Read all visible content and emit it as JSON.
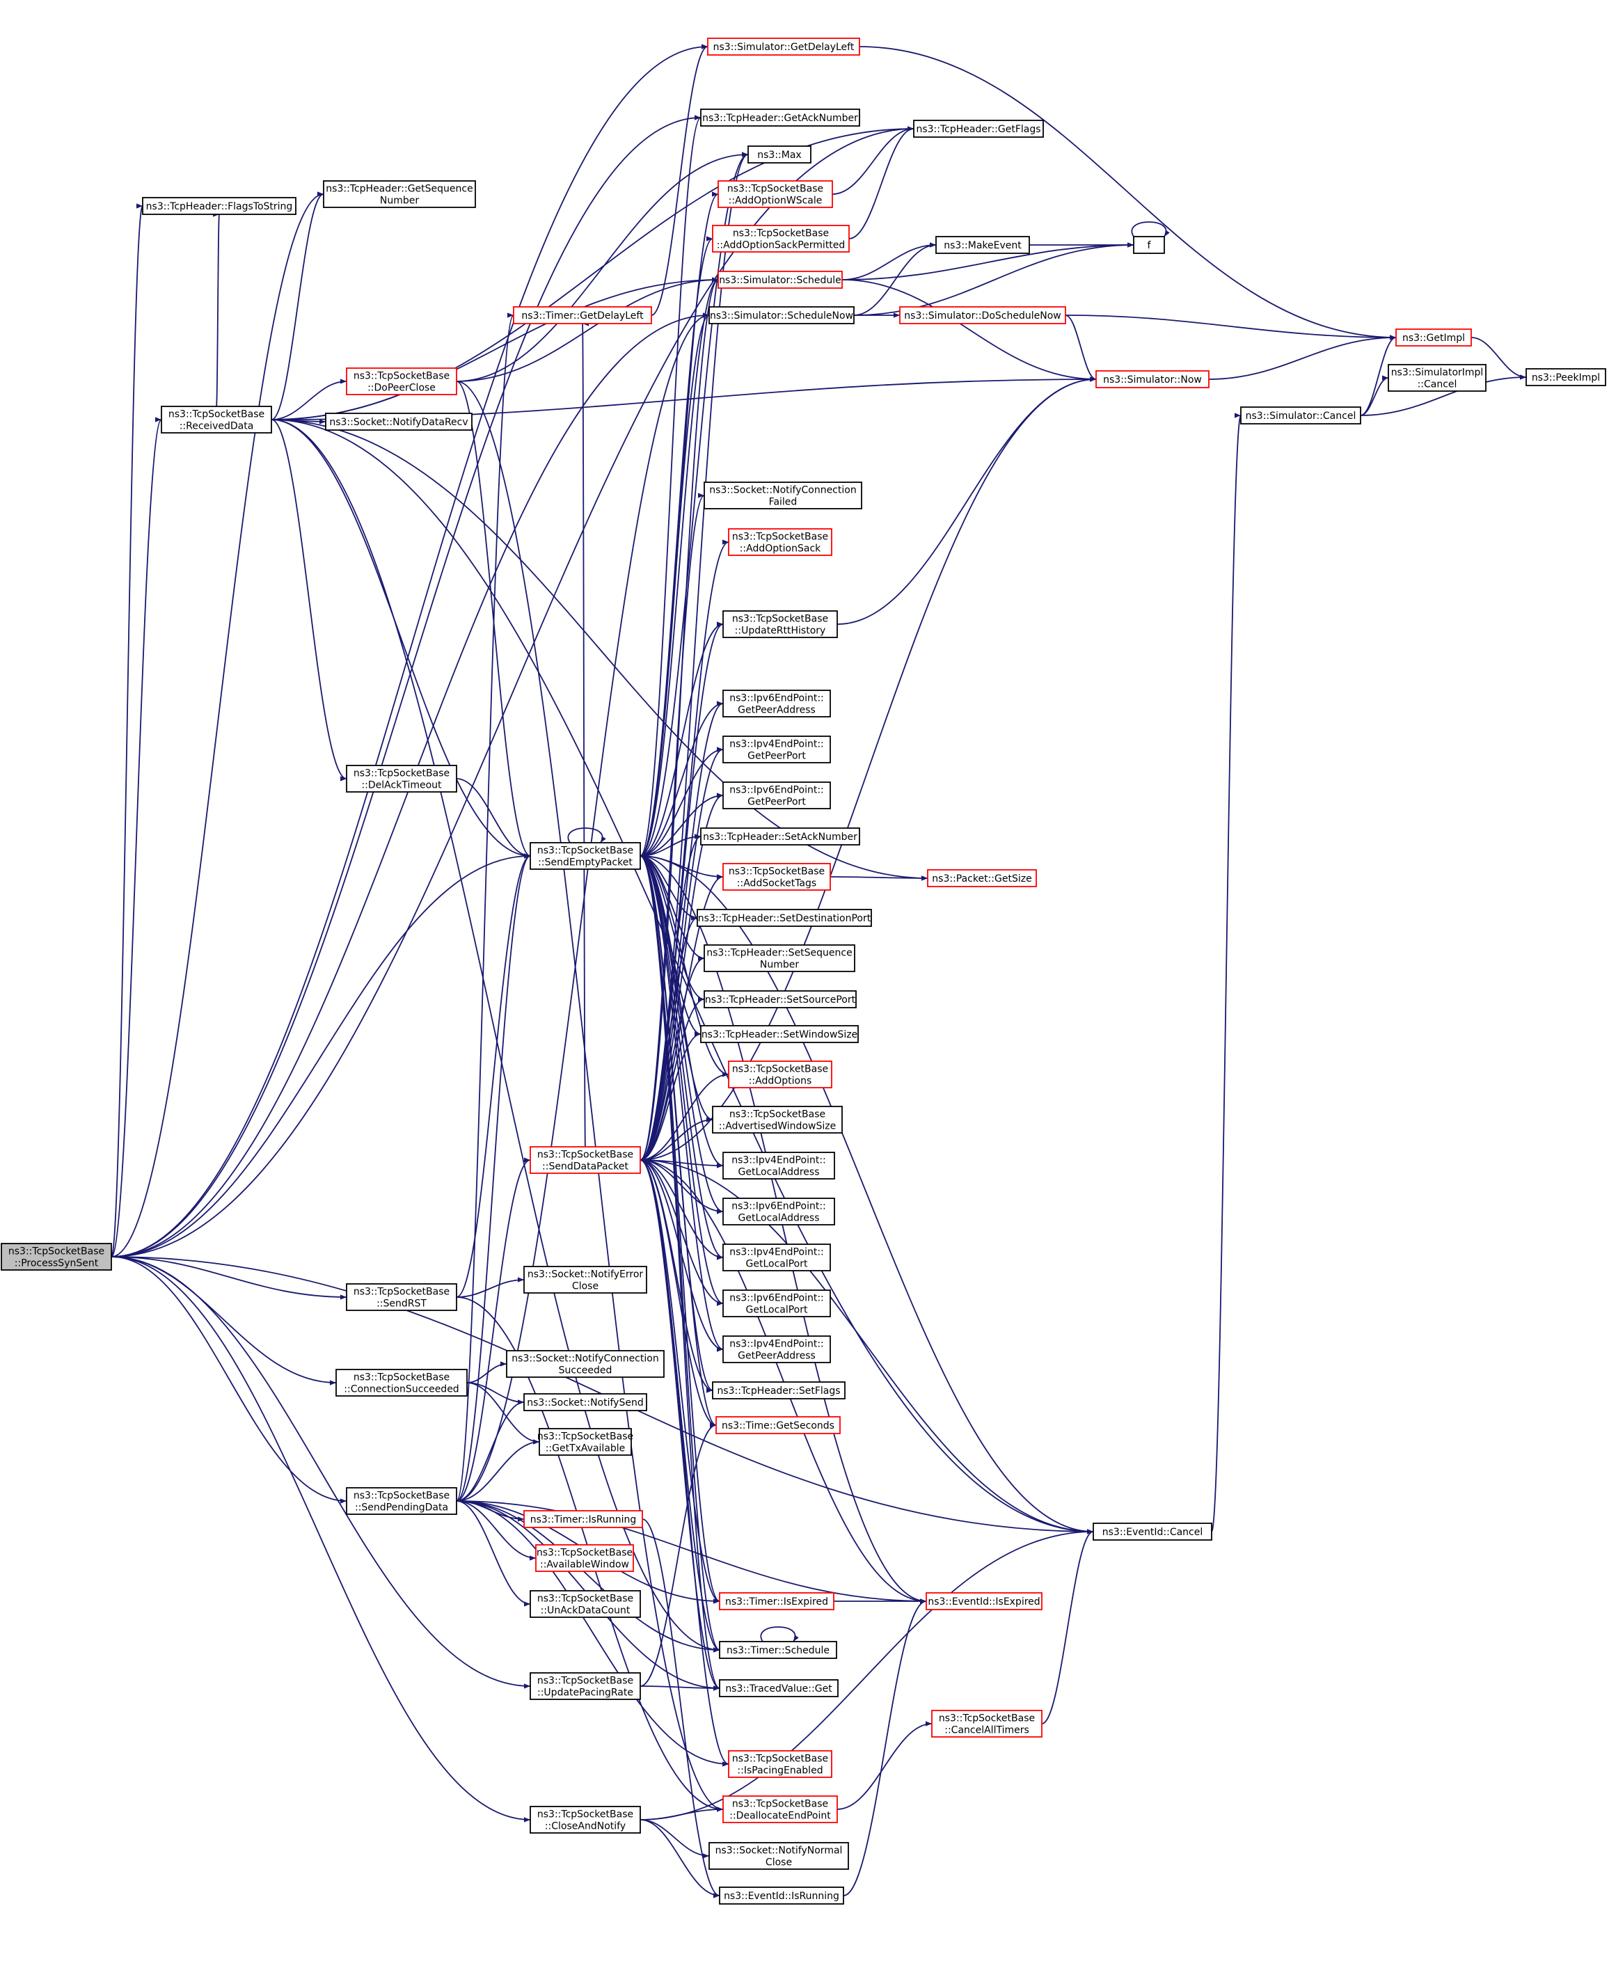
{
  "colors": {
    "edge": "#191970",
    "node_border_default": "#000000",
    "node_border_truncated": "#ff0000",
    "node_fill": "#ffffff",
    "root_fill": "#bfbfbf"
  },
  "nodes": [
    {
      "id": "root",
      "lines": [
        "ns3::TcpSocketBase",
        "::ProcessSynSent"
      ],
      "style": "root"
    },
    {
      "id": "received_data",
      "lines": [
        "ns3::TcpSocketBase",
        "::ReceivedData"
      ],
      "style": "normal"
    },
    {
      "id": "flags_to_string",
      "lines": [
        "ns3::TcpHeader::FlagsToString"
      ],
      "style": "normal"
    },
    {
      "id": "get_sequence_number",
      "lines": [
        "ns3::TcpHeader::GetSequence",
        "Number"
      ],
      "style": "normal"
    },
    {
      "id": "do_peer_close",
      "lines": [
        "ns3::TcpSocketBase",
        "::DoPeerClose"
      ],
      "style": "red"
    },
    {
      "id": "notify_data_recv",
      "lines": [
        "ns3::Socket::NotifyDataRecv"
      ],
      "style": "normal"
    },
    {
      "id": "timer_get_delay_left",
      "lines": [
        "ns3::Timer::GetDelayLeft"
      ],
      "style": "red"
    },
    {
      "id": "del_ack_timeout",
      "lines": [
        "ns3::TcpSocketBase",
        "::DelAckTimeout"
      ],
      "style": "normal"
    },
    {
      "id": "send_empty_packet",
      "lines": [
        "ns3::TcpSocketBase",
        "::SendEmptyPacket"
      ],
      "style": "normal"
    },
    {
      "id": "send_data_packet",
      "lines": [
        "ns3::TcpSocketBase",
        "::SendDataPacket"
      ],
      "style": "red"
    },
    {
      "id": "send_rst",
      "lines": [
        "ns3::TcpSocketBase",
        "::SendRST"
      ],
      "style": "normal"
    },
    {
      "id": "notify_error_close",
      "lines": [
        "ns3::Socket::NotifyError",
        "Close"
      ],
      "style": "normal"
    },
    {
      "id": "connection_succeeded",
      "lines": [
        "ns3::TcpSocketBase",
        "::ConnectionSucceeded"
      ],
      "style": "normal"
    },
    {
      "id": "notify_connection_succeeded",
      "lines": [
        "ns3::Socket::NotifyConnection",
        "Succeeded"
      ],
      "style": "normal"
    },
    {
      "id": "notify_send",
      "lines": [
        "ns3::Socket::NotifySend"
      ],
      "style": "normal"
    },
    {
      "id": "get_tx_available",
      "lines": [
        "ns3::TcpSocketBase",
        "::GetTxAvailable"
      ],
      "style": "normal"
    },
    {
      "id": "send_pending_data",
      "lines": [
        "ns3::TcpSocketBase",
        "::SendPendingData"
      ],
      "style": "normal"
    },
    {
      "id": "timer_is_running",
      "lines": [
        "ns3::Timer::IsRunning"
      ],
      "style": "red"
    },
    {
      "id": "available_window",
      "lines": [
        "ns3::TcpSocketBase",
        "::AvailableWindow"
      ],
      "style": "red"
    },
    {
      "id": "un_ack_data_count",
      "lines": [
        "ns3::TcpSocketBase",
        "::UnAckDataCount"
      ],
      "style": "normal"
    },
    {
      "id": "update_pacing_rate",
      "lines": [
        "ns3::TcpSocketBase",
        "::UpdatePacingRate"
      ],
      "style": "normal"
    },
    {
      "id": "close_and_notify",
      "lines": [
        "ns3::TcpSocketBase",
        "::CloseAndNotify"
      ],
      "style": "normal"
    },
    {
      "id": "sim_get_delay_left",
      "lines": [
        "ns3::Simulator::GetDelayLeft"
      ],
      "style": "red"
    },
    {
      "id": "get_ack_number",
      "lines": [
        "ns3::TcpHeader::GetAckNumber"
      ],
      "style": "normal"
    },
    {
      "id": "get_flags",
      "lines": [
        "ns3::TcpHeader::GetFlags"
      ],
      "style": "normal"
    },
    {
      "id": "max",
      "lines": [
        "ns3::Max"
      ],
      "style": "normal"
    },
    {
      "id": "add_option_wscale",
      "lines": [
        "ns3::TcpSocketBase",
        "::AddOptionWScale"
      ],
      "style": "red"
    },
    {
      "id": "add_option_sack_permitted",
      "lines": [
        "ns3::TcpSocketBase",
        "::AddOptionSackPermitted"
      ],
      "style": "red"
    },
    {
      "id": "sim_schedule",
      "lines": [
        "ns3::Simulator::Schedule"
      ],
      "style": "red"
    },
    {
      "id": "sim_schedule_now",
      "lines": [
        "ns3::Simulator::ScheduleNow"
      ],
      "style": "normal"
    },
    {
      "id": "notify_connection_failed",
      "lines": [
        "ns3::Socket::NotifyConnection",
        "Failed"
      ],
      "style": "normal"
    },
    {
      "id": "add_option_sack",
      "lines": [
        "ns3::TcpSocketBase",
        "::AddOptionSack"
      ],
      "style": "red"
    },
    {
      "id": "update_rtt_history",
      "lines": [
        "ns3::TcpSocketBase",
        "::UpdateRttHistory"
      ],
      "style": "normal"
    },
    {
      "id": "ipv6_get_peer_address",
      "lines": [
        "ns3::Ipv6EndPoint::",
        "GetPeerAddress"
      ],
      "style": "normal"
    },
    {
      "id": "ipv4_get_peer_port",
      "lines": [
        "ns3::Ipv4EndPoint::",
        "GetPeerPort"
      ],
      "style": "normal"
    },
    {
      "id": "ipv6_get_peer_port",
      "lines": [
        "ns3::Ipv6EndPoint::",
        "GetPeerPort"
      ],
      "style": "normal"
    },
    {
      "id": "set_ack_number",
      "lines": [
        "ns3::TcpHeader::SetAckNumber"
      ],
      "style": "normal"
    },
    {
      "id": "add_socket_tags",
      "lines": [
        "ns3::TcpSocketBase",
        "::AddSocketTags"
      ],
      "style": "red"
    },
    {
      "id": "set_destination_port",
      "lines": [
        "ns3::TcpHeader::SetDestinationPort"
      ],
      "style": "normal"
    },
    {
      "id": "set_sequence_number",
      "lines": [
        "ns3::TcpHeader::SetSequence",
        "Number"
      ],
      "style": "normal"
    },
    {
      "id": "set_source_port",
      "lines": [
        "ns3::TcpHeader::SetSourcePort"
      ],
      "style": "normal"
    },
    {
      "id": "set_window_size",
      "lines": [
        "ns3::TcpHeader::SetWindowSize"
      ],
      "style": "normal"
    },
    {
      "id": "add_options",
      "lines": [
        "ns3::TcpSocketBase",
        "::AddOptions"
      ],
      "style": "red"
    },
    {
      "id": "advertised_window_size",
      "lines": [
        "ns3::TcpSocketBase",
        "::AdvertisedWindowSize"
      ],
      "style": "normal"
    },
    {
      "id": "ipv4_get_local_address",
      "lines": [
        "ns3::Ipv4EndPoint::",
        "GetLocalAddress"
      ],
      "style": "normal"
    },
    {
      "id": "ipv6_get_local_address",
      "lines": [
        "ns3::Ipv6EndPoint::",
        "GetLocalAddress"
      ],
      "style": "normal"
    },
    {
      "id": "ipv4_get_local_port",
      "lines": [
        "ns3::Ipv4EndPoint::",
        "GetLocalPort"
      ],
      "style": "normal"
    },
    {
      "id": "ipv6_get_local_port",
      "lines": [
        "ns3::Ipv6EndPoint::",
        "GetLocalPort"
      ],
      "style": "normal"
    },
    {
      "id": "ipv4_get_peer_address",
      "lines": [
        "ns3::Ipv4EndPoint::",
        "GetPeerAddress"
      ],
      "style": "normal"
    },
    {
      "id": "set_flags",
      "lines": [
        "ns3::TcpHeader::SetFlags"
      ],
      "style": "normal"
    },
    {
      "id": "time_get_seconds",
      "lines": [
        "ns3::Time::GetSeconds"
      ],
      "style": "red"
    },
    {
      "id": "timer_is_expired",
      "lines": [
        "ns3::Timer::IsExpired"
      ],
      "style": "red"
    },
    {
      "id": "timer_schedule",
      "lines": [
        "ns3::Timer::Schedule"
      ],
      "style": "normal"
    },
    {
      "id": "traced_value_get",
      "lines": [
        "ns3::TracedValue::Get"
      ],
      "style": "normal"
    },
    {
      "id": "is_pacing_enabled",
      "lines": [
        "ns3::TcpSocketBase",
        "::IsPacingEnabled"
      ],
      "style": "red"
    },
    {
      "id": "deallocate_end_point",
      "lines": [
        "ns3::TcpSocketBase",
        "::DeallocateEndPoint"
      ],
      "style": "red"
    },
    {
      "id": "notify_normal_close",
      "lines": [
        "ns3::Socket::NotifyNormal",
        "Close"
      ],
      "style": "normal"
    },
    {
      "id": "eventid_is_running",
      "lines": [
        "ns3::EventId::IsRunning"
      ],
      "style": "normal"
    },
    {
      "id": "make_event",
      "lines": [
        "ns3::MakeEvent"
      ],
      "style": "normal"
    },
    {
      "id": "f",
      "lines": [
        "f"
      ],
      "style": "normal"
    },
    {
      "id": "sim_do_schedule_now",
      "lines": [
        "ns3::Simulator::DoScheduleNow"
      ],
      "style": "red"
    },
    {
      "id": "sim_now",
      "lines": [
        "ns3::Simulator::Now"
      ],
      "style": "red"
    },
    {
      "id": "packet_get_size",
      "lines": [
        "ns3::Packet::GetSize"
      ],
      "style": "red"
    },
    {
      "id": "eventid_cancel",
      "lines": [
        "ns3::EventId::Cancel"
      ],
      "style": "normal"
    },
    {
      "id": "eventid_is_expired",
      "lines": [
        "ns3::EventId::IsExpired"
      ],
      "style": "red"
    },
    {
      "id": "cancel_all_timers",
      "lines": [
        "ns3::TcpSocketBase",
        "::CancelAllTimers"
      ],
      "style": "red"
    },
    {
      "id": "get_impl",
      "lines": [
        "ns3::GetImpl"
      ],
      "style": "red"
    },
    {
      "id": "sim_cancel",
      "lines": [
        "ns3::Simulator::Cancel"
      ],
      "style": "normal"
    },
    {
      "id": "simulator_impl_cancel",
      "lines": [
        "ns3::SimulatorImpl",
        "::Cancel"
      ],
      "style": "normal"
    },
    {
      "id": "peek_impl",
      "lines": [
        "ns3::PeekImpl"
      ],
      "style": "normal"
    }
  ],
  "edges": [
    [
      "root",
      "received_data"
    ],
    [
      "root",
      "send_empty_packet"
    ],
    [
      "root",
      "send_rst"
    ],
    [
      "root",
      "connection_succeeded"
    ],
    [
      "root",
      "send_pending_data"
    ],
    [
      "root",
      "update_pacing_rate"
    ],
    [
      "root",
      "close_and_notify"
    ],
    [
      "root",
      "eventid_cancel"
    ],
    [
      "root",
      "flags_to_string"
    ],
    [
      "root",
      "get_sequence_number"
    ],
    [
      "root",
      "sim_get_delay_left"
    ],
    [
      "root",
      "get_ack_number"
    ],
    [
      "root",
      "get_flags"
    ],
    [
      "root",
      "sim_schedule_now"
    ],
    [
      "received_data",
      "flags_to_string"
    ],
    [
      "received_data",
      "get_sequence_number"
    ],
    [
      "received_data",
      "do_peer_close"
    ],
    [
      "received_data",
      "notify_data_recv"
    ],
    [
      "received_data",
      "del_ack_timeout"
    ],
    [
      "received_data",
      "send_empty_packet"
    ],
    [
      "received_data",
      "sim_schedule"
    ],
    [
      "received_data",
      "sim_now"
    ],
    [
      "received_data",
      "packet_get_size"
    ],
    [
      "received_data",
      "eventid_cancel"
    ],
    [
      "received_data",
      "timer_schedule"
    ],
    [
      "received_data",
      "get_flags"
    ],
    [
      "do_peer_close",
      "send_empty_packet"
    ],
    [
      "do_peer_close",
      "max"
    ],
    [
      "do_peer_close",
      "sim_schedule"
    ],
    [
      "do_peer_close",
      "deallocate_end_point"
    ],
    [
      "del_ack_timeout",
      "send_empty_packet"
    ],
    [
      "send_empty_packet",
      "send_empty_packet"
    ],
    [
      "send_empty_packet",
      "get_ack_number"
    ],
    [
      "send_empty_packet",
      "max"
    ],
    [
      "send_empty_packet",
      "add_option_wscale"
    ],
    [
      "send_empty_packet",
      "add_option_sack_permitted"
    ],
    [
      "send_empty_packet",
      "sim_schedule"
    ],
    [
      "send_empty_packet",
      "sim_schedule_now"
    ],
    [
      "send_empty_packet",
      "update_rtt_history"
    ],
    [
      "send_empty_packet",
      "ipv6_get_peer_address"
    ],
    [
      "send_empty_packet",
      "ipv4_get_peer_port"
    ],
    [
      "send_empty_packet",
      "ipv6_get_peer_port"
    ],
    [
      "send_empty_packet",
      "set_ack_number"
    ],
    [
      "send_empty_packet",
      "add_socket_tags"
    ],
    [
      "send_empty_packet",
      "set_destination_port"
    ],
    [
      "send_empty_packet",
      "set_sequence_number"
    ],
    [
      "send_empty_packet",
      "set_source_port"
    ],
    [
      "send_empty_packet",
      "set_window_size"
    ],
    [
      "send_empty_packet",
      "add_options"
    ],
    [
      "send_empty_packet",
      "advertised_window_size"
    ],
    [
      "send_empty_packet",
      "ipv4_get_local_address"
    ],
    [
      "send_empty_packet",
      "ipv6_get_local_address"
    ],
    [
      "send_empty_packet",
      "ipv4_get_local_port"
    ],
    [
      "send_empty_packet",
      "ipv6_get_local_port"
    ],
    [
      "send_empty_packet",
      "ipv4_get_peer_address"
    ],
    [
      "send_empty_packet",
      "set_flags"
    ],
    [
      "send_empty_packet",
      "time_get_seconds"
    ],
    [
      "send_empty_packet",
      "timer_is_expired"
    ],
    [
      "send_empty_packet",
      "timer_schedule"
    ],
    [
      "send_empty_packet",
      "traced_value_get"
    ],
    [
      "send_empty_packet",
      "eventid_cancel"
    ],
    [
      "send_empty_packet",
      "eventid_is_expired"
    ],
    [
      "send_data_packet",
      "timer_get_delay_left"
    ],
    [
      "send_data_packet",
      "max"
    ],
    [
      "send_data_packet",
      "sim_schedule"
    ],
    [
      "send_data_packet",
      "notify_connection_failed"
    ],
    [
      "send_data_packet",
      "add_option_sack"
    ],
    [
      "send_data_packet",
      "update_rtt_history"
    ],
    [
      "send_data_packet",
      "ipv6_get_peer_address"
    ],
    [
      "send_data_packet",
      "ipv4_get_peer_port"
    ],
    [
      "send_data_packet",
      "ipv6_get_peer_port"
    ],
    [
      "send_data_packet",
      "set_ack_number"
    ],
    [
      "send_data_packet",
      "add_socket_tags"
    ],
    [
      "send_data_packet",
      "set_destination_port"
    ],
    [
      "send_data_packet",
      "set_sequence_number"
    ],
    [
      "send_data_packet",
      "set_source_port"
    ],
    [
      "send_data_packet",
      "set_window_size"
    ],
    [
      "send_data_packet",
      "add_options"
    ],
    [
      "send_data_packet",
      "advertised_window_size"
    ],
    [
      "send_data_packet",
      "ipv4_get_local_address"
    ],
    [
      "send_data_packet",
      "ipv6_get_local_address"
    ],
    [
      "send_data_packet",
      "ipv4_get_local_port"
    ],
    [
      "send_data_packet",
      "ipv6_get_local_port"
    ],
    [
      "send_data_packet",
      "ipv4_get_peer_address"
    ],
    [
      "send_data_packet",
      "set_flags"
    ],
    [
      "send_data_packet",
      "time_get_seconds"
    ],
    [
      "send_data_packet",
      "timer_is_expired"
    ],
    [
      "send_data_packet",
      "timer_schedule"
    ],
    [
      "send_data_packet",
      "traced_value_get"
    ],
    [
      "send_data_packet",
      "eventid_cancel"
    ],
    [
      "send_data_packet",
      "eventid_is_expired"
    ],
    [
      "send_data_packet",
      "sim_now"
    ],
    [
      "send_data_packet",
      "is_pacing_enabled"
    ],
    [
      "timer_get_delay_left",
      "sim_get_delay_left"
    ],
    [
      "send_rst",
      "send_empty_packet"
    ],
    [
      "send_rst",
      "notify_error_close"
    ],
    [
      "send_rst",
      "deallocate_end_point"
    ],
    [
      "connection_succeeded",
      "notify_connection_succeeded"
    ],
    [
      "connection_succeeded",
      "notify_send"
    ],
    [
      "connection_succeeded",
      "get_tx_available"
    ],
    [
      "send_pending_data",
      "send_data_packet"
    ],
    [
      "send_pending_data",
      "notify_send"
    ],
    [
      "send_pending_data",
      "get_tx_available"
    ],
    [
      "send_pending_data",
      "timer_is_running"
    ],
    [
      "send_pending_data",
      "available_window"
    ],
    [
      "send_pending_data",
      "un_ack_data_count"
    ],
    [
      "send_pending_data",
      "traced_value_get"
    ],
    [
      "send_pending_data",
      "is_pacing_enabled"
    ],
    [
      "send_pending_data",
      "timer_schedule"
    ],
    [
      "send_pending_data",
      "timer_is_expired"
    ],
    [
      "send_pending_data",
      "eventid_is_expired"
    ],
    [
      "send_pending_data",
      "send_empty_packet"
    ],
    [
      "send_pending_data",
      "timer_get_delay_left"
    ],
    [
      "send_pending_data",
      "sim_schedule_now"
    ],
    [
      "timer_is_running",
      "eventid_is_running"
    ],
    [
      "update_pacing_rate",
      "traced_value_get"
    ],
    [
      "update_pacing_rate",
      "time_get_seconds"
    ],
    [
      "close_and_notify",
      "deallocate_end_point"
    ],
    [
      "close_and_notify",
      "notify_normal_close"
    ],
    [
      "close_and_notify",
      "eventid_is_running"
    ],
    [
      "close_and_notify",
      "eventid_cancel"
    ],
    [
      "sim_get_delay_left",
      "get_impl"
    ],
    [
      "add_option_wscale",
      "get_flags"
    ],
    [
      "add_option_sack_permitted",
      "get_flags"
    ],
    [
      "sim_schedule",
      "make_event"
    ],
    [
      "sim_schedule",
      "f"
    ],
    [
      "sim_schedule",
      "sim_now"
    ],
    [
      "sim_schedule_now",
      "make_event"
    ],
    [
      "sim_schedule_now",
      "f"
    ],
    [
      "sim_schedule_now",
      "sim_do_schedule_now"
    ],
    [
      "make_event",
      "f"
    ],
    [
      "f",
      "f"
    ],
    [
      "sim_do_schedule_now",
      "get_impl"
    ],
    [
      "sim_do_schedule_now",
      "sim_now"
    ],
    [
      "sim_now",
      "get_impl"
    ],
    [
      "update_rtt_history",
      "sim_now"
    ],
    [
      "add_socket_tags",
      "packet_get_size"
    ],
    [
      "timer_is_expired",
      "eventid_is_expired"
    ],
    [
      "timer_schedule",
      "timer_schedule"
    ],
    [
      "deallocate_end_point",
      "cancel_all_timers"
    ],
    [
      "cancel_all_timers",
      "eventid_cancel"
    ],
    [
      "eventid_is_running",
      "eventid_is_expired"
    ],
    [
      "eventid_cancel",
      "sim_cancel"
    ],
    [
      "sim_cancel",
      "get_impl"
    ],
    [
      "sim_cancel",
      "simulator_impl_cancel"
    ],
    [
      "sim_cancel",
      "peek_impl"
    ],
    [
      "get_impl",
      "peek_impl"
    ]
  ]
}
